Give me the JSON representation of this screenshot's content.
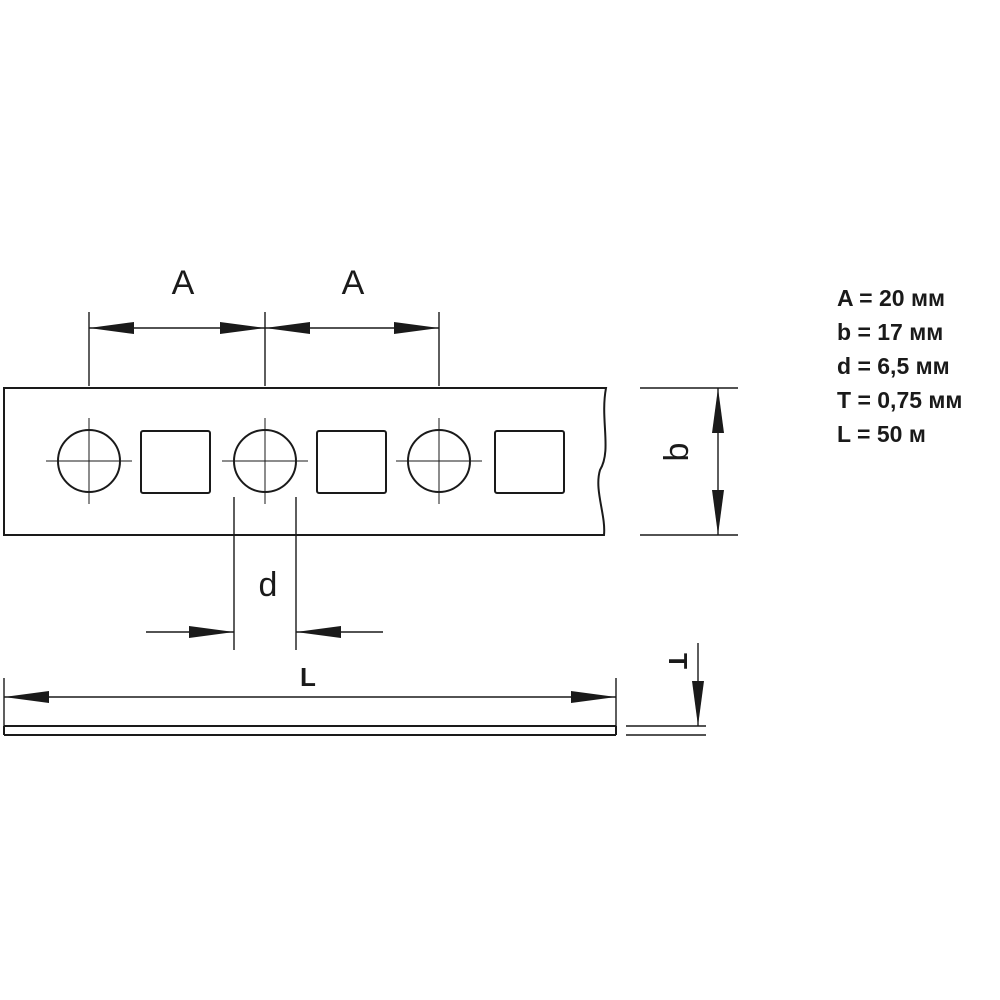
{
  "dimensions": {
    "pitch_label": "A",
    "width_label": "b",
    "hole_label": "d",
    "length_label": "L",
    "thickness_label": "T"
  },
  "specs": [
    "A = 20 мм",
    "b = 17 мм",
    "d = 6,5 мм",
    "T = 0,75 мм",
    "L = 50 м"
  ]
}
